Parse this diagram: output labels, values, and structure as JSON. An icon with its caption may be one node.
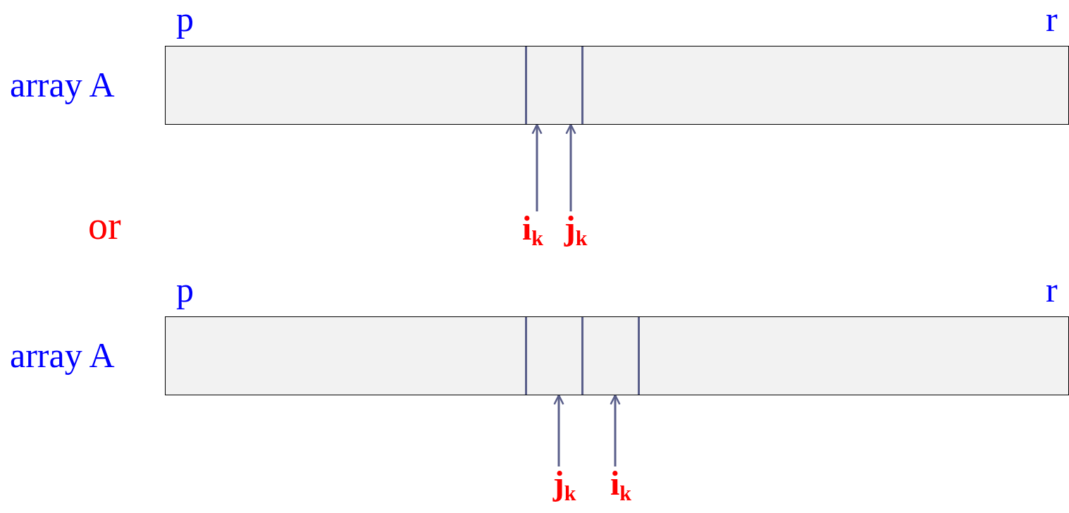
{
  "diagram": {
    "nodes": [
      {
        "text": [],
        "shape": "bar",
        "beside": [
          "array A"
        ]
      },
      {
        "text": [
          "i$_{k}$"
        ]
      },
      {
        "text": [
          "j$_{k}$"
        ]
      },
      {
        "text": [],
        "shape": "bar",
        "beside": [
          "array A"
        ]
      },
      {
        "text": [
          "j$_{k}$"
        ]
      },
      {
        "text": [
          "i$_{k}$"
        ]
      }
    ],
    "edges": [
      {
        "from": 1,
        "to": 0,
        "arrow": "to"
      },
      {
        "from": 2,
        "to": 0,
        "arrow": "to"
      },
      {
        "from": 4,
        "to": 3,
        "arrow": "to"
      },
      {
        "from": 5,
        "to": 3,
        "arrow": "to"
      }
    ],
    "labels": [
      "p",
      "r",
      "or",
      "p",
      "r"
    ]
  }
}
